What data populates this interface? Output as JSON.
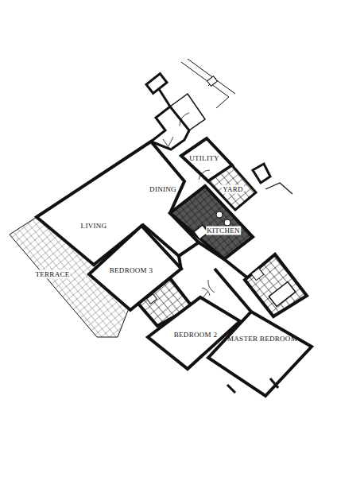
{
  "diagram": {
    "labels": [
      "UTILITY",
      "DINING",
      "YARD",
      "KITCHEN",
      "LIVING",
      "BEDROOM 3",
      "TERRACE",
      "BEDROOM 2",
      "MASTER BEDROOM"
    ]
  }
}
